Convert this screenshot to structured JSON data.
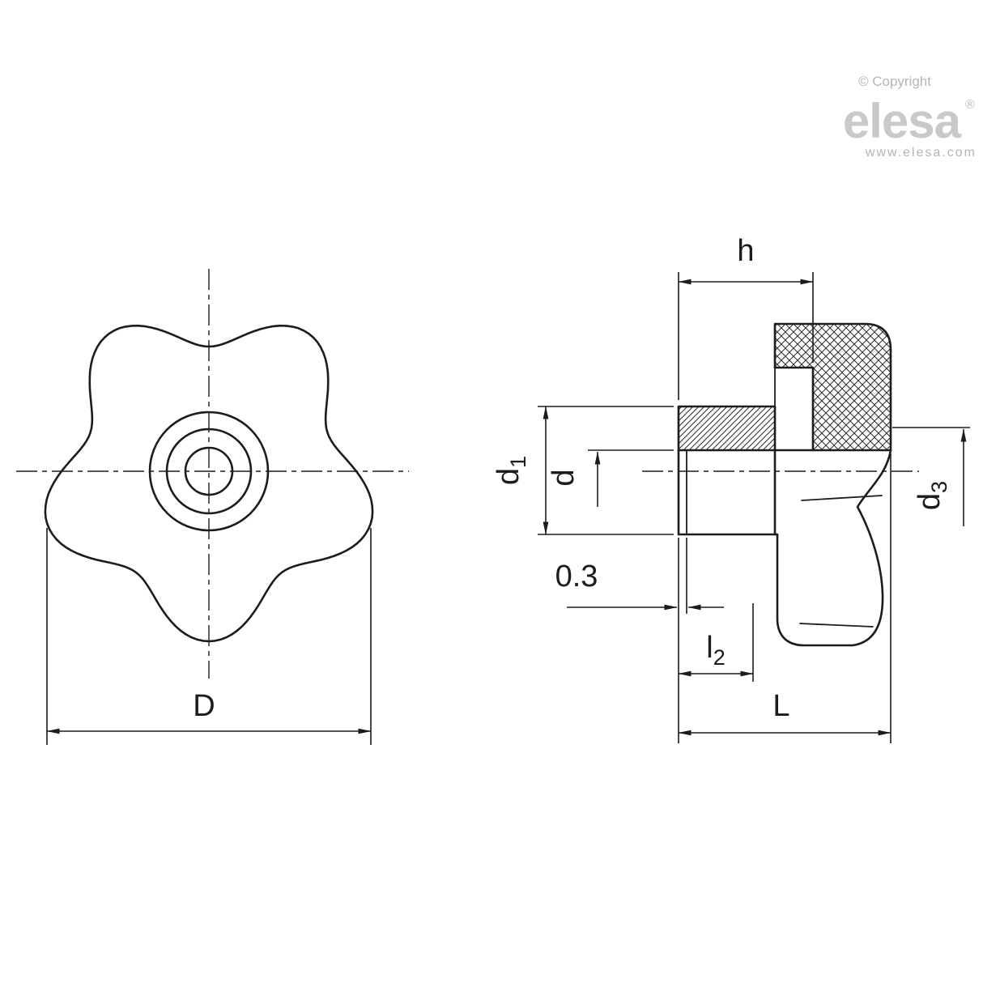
{
  "branding": {
    "copyright": "© Copyright",
    "logo_text": "elesa",
    "registered_mark": "®",
    "website": "www.elesa.com",
    "logo_color": "#c9c9c9",
    "secondary_color": "#b5b5b5"
  },
  "drawing": {
    "line_color": "#1c1c1c",
    "front_view": {
      "dim_D": "D"
    },
    "side_view": {
      "dim_h": "h",
      "dim_d1_main": "d",
      "dim_d1_sub": "1",
      "dim_d": "d",
      "dim_d3_main": "d",
      "dim_d3_sub": "3",
      "dim_offset": "0.3",
      "dim_l2_main": "l",
      "dim_l2_sub": "2",
      "dim_L": "L"
    }
  }
}
